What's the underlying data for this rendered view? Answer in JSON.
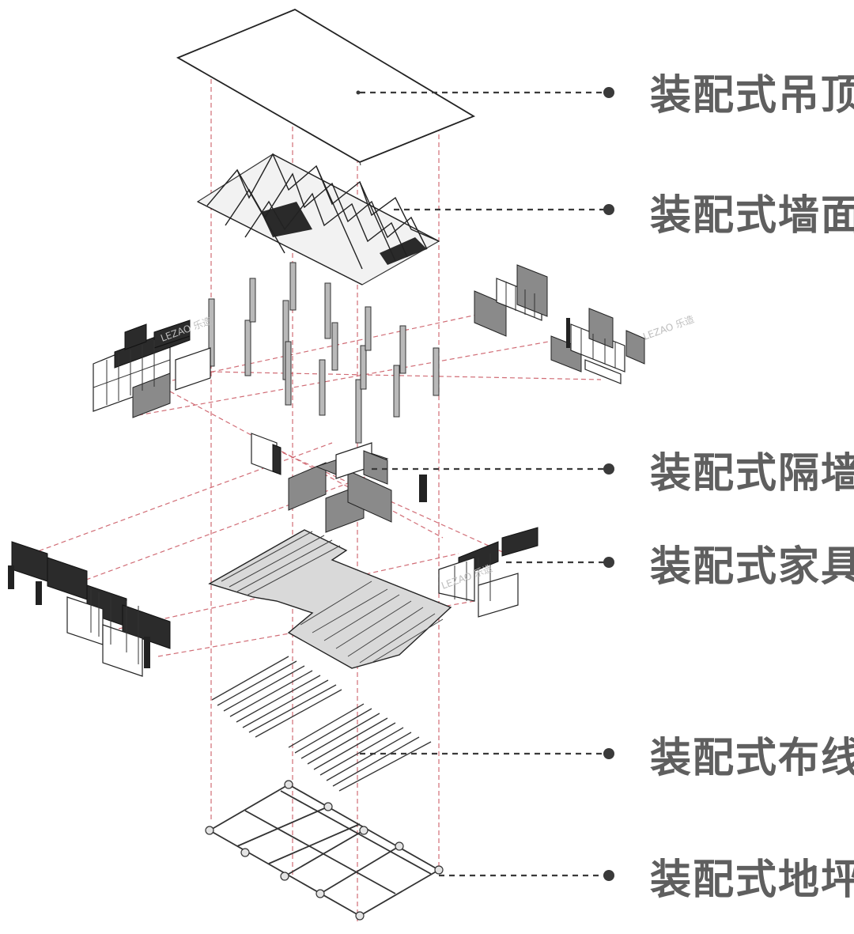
{
  "layers": [
    {
      "label": "装配式吊顶"
    },
    {
      "label": "装配式墙面"
    },
    {
      "label": "装配式隔墙"
    },
    {
      "label": "装配式家具"
    },
    {
      "label": "装配式布线"
    },
    {
      "label": "装配式地坪"
    }
  ],
  "watermark": {
    "text": "LEZAO 乐造"
  },
  "colors": {
    "label": "#5f5f5f",
    "guide": "#c9545e",
    "leader": "#3a3a3a"
  }
}
